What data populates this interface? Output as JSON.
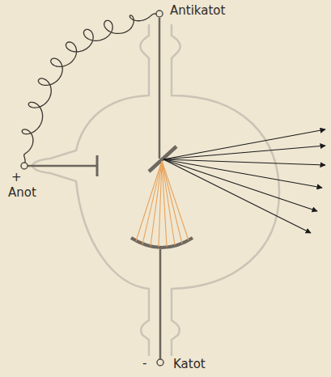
{
  "diagram": {
    "labels": [
      "Antikatot",
      "+",
      "Anot",
      "-",
      "Katot"
    ]
  }
}
